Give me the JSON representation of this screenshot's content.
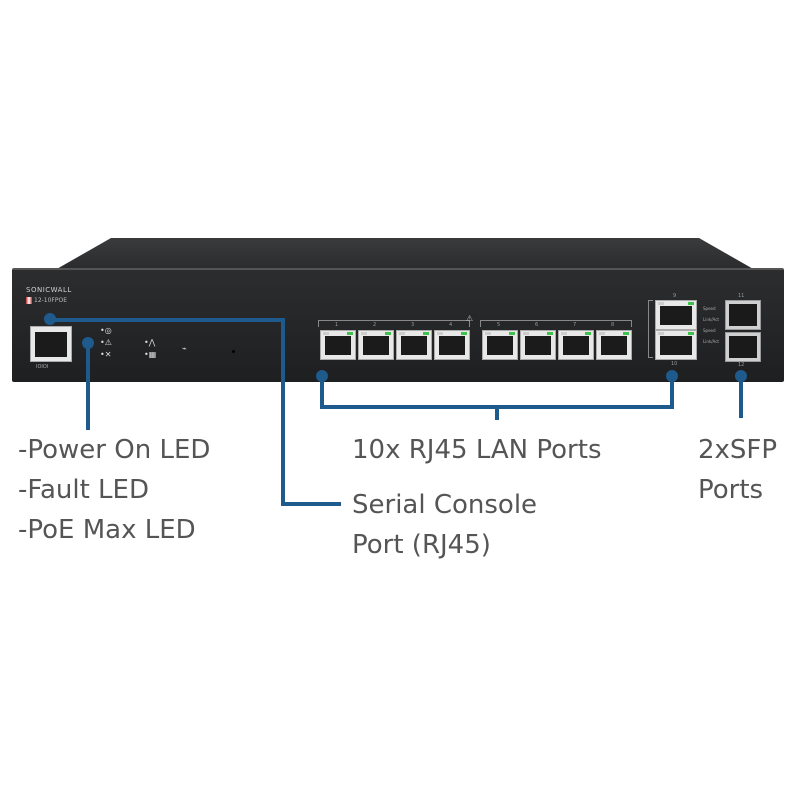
{
  "device": {
    "brand": "SONICWALL",
    "model": "12-10FPOE",
    "console_label": "IOIOI",
    "status_icons": [
      "power-icon",
      "fault-icon",
      "poe-max-icon",
      "network-icon",
      "fan-icon",
      "reset-icon"
    ],
    "lan_port_numbers": [
      "1",
      "2",
      "3",
      "4",
      "5",
      "6",
      "7",
      "8"
    ],
    "uplink_port_numbers": [
      "9",
      "10"
    ],
    "sfp_port_numbers": [
      "11",
      "12"
    ],
    "led_labels": [
      "Speed",
      "Link/Act",
      "Speed",
      "Link/Act"
    ]
  },
  "callouts": {
    "leds": [
      "-Power On LED",
      "-Fault LED",
      "-PoE Max LED"
    ],
    "lan": "10x RJ45 LAN Ports",
    "serial_line1": "Serial Console",
    "serial_line2": "Port (RJ45)",
    "sfp_line1": "2xSFP",
    "sfp_line2": "Ports"
  },
  "colors": {
    "callout": "#1f5a8c",
    "label_text": "#555555",
    "link_led": "#3fc24a"
  }
}
